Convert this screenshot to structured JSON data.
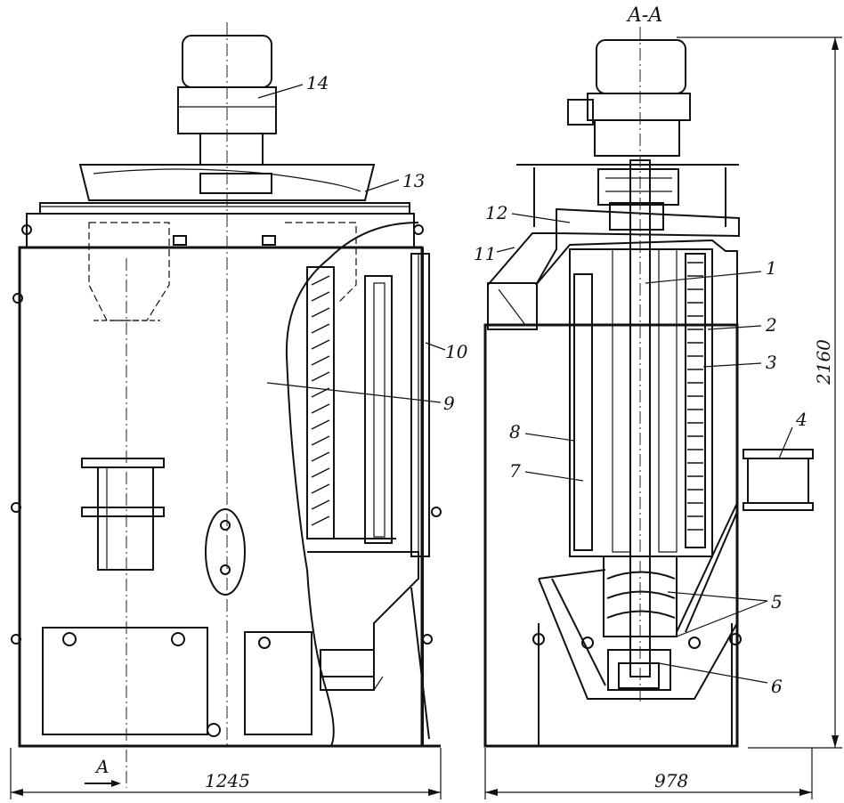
{
  "section_label": "A-A",
  "dimensions": {
    "left_width": "1245",
    "right_width": "978",
    "height": "2160"
  },
  "section_marker": "A",
  "callouts": [
    "1",
    "2",
    "3",
    "4",
    "5",
    "6",
    "7",
    "8",
    "9",
    "10",
    "11",
    "12",
    "13",
    "14"
  ]
}
